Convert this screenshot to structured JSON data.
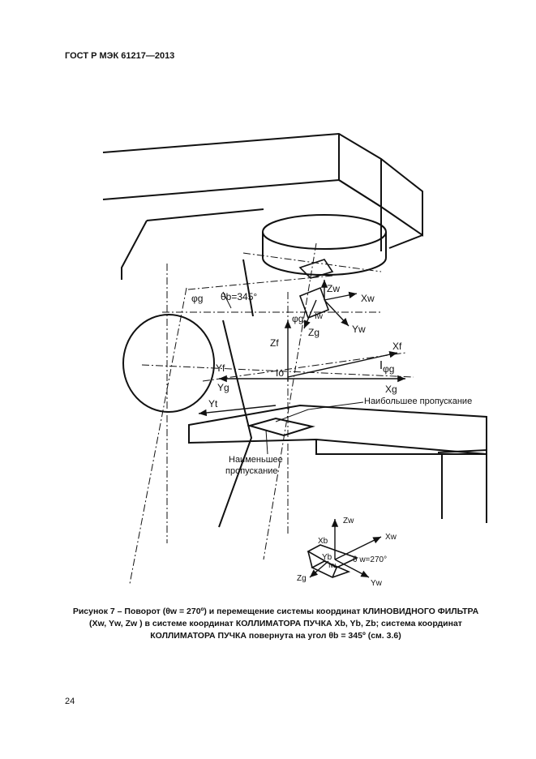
{
  "header": {
    "standard": "ГОСТ Р МЭК 61217—2013"
  },
  "figure": {
    "labels": {
      "phi_g_top": "φg",
      "theta_b": "θb=345°",
      "zw_upper": "Zw",
      "xw_upper": "Xw",
      "yw_upper": "Yw",
      "iw_upper": "Iw",
      "phi_g_mid": "φg",
      "zg_upper": "Zg",
      "zf": "Zf",
      "xf": "Xf",
      "phi_g_right": "φg",
      "io": "Io",
      "xg": "Xg",
      "yf_left": "Yf",
      "yg": "Yg",
      "yt": "Yt",
      "highest": "Наибольшее пропускание",
      "lowest_1": "Наименьшее",
      "lowest_2": "пропускание",
      "zw_lower": "Zw",
      "xb": "Xb",
      "xw_lower": "Xw",
      "yb": "Yb",
      "iw_lower": "Iw",
      "theta_w": "θ w=270°",
      "zg_lower": "Zg",
      "yw_lower": "Yw"
    }
  },
  "caption": {
    "line1": "Рисунок 7 – Поворот (θw = 270º) и перемещение системы координат КЛИНОВИДНОГО ФИЛЬТРА",
    "line2": "(Xw, Yw, Zw ) в системе координат КОЛЛИМАТОРА ПУЧКА Xb, Yb, Zb; система координат",
    "line3": "КОЛЛИМАТОРА ПУЧКА повернута на угол θb = 345º (см. 3.6)"
  },
  "page_number": "24"
}
